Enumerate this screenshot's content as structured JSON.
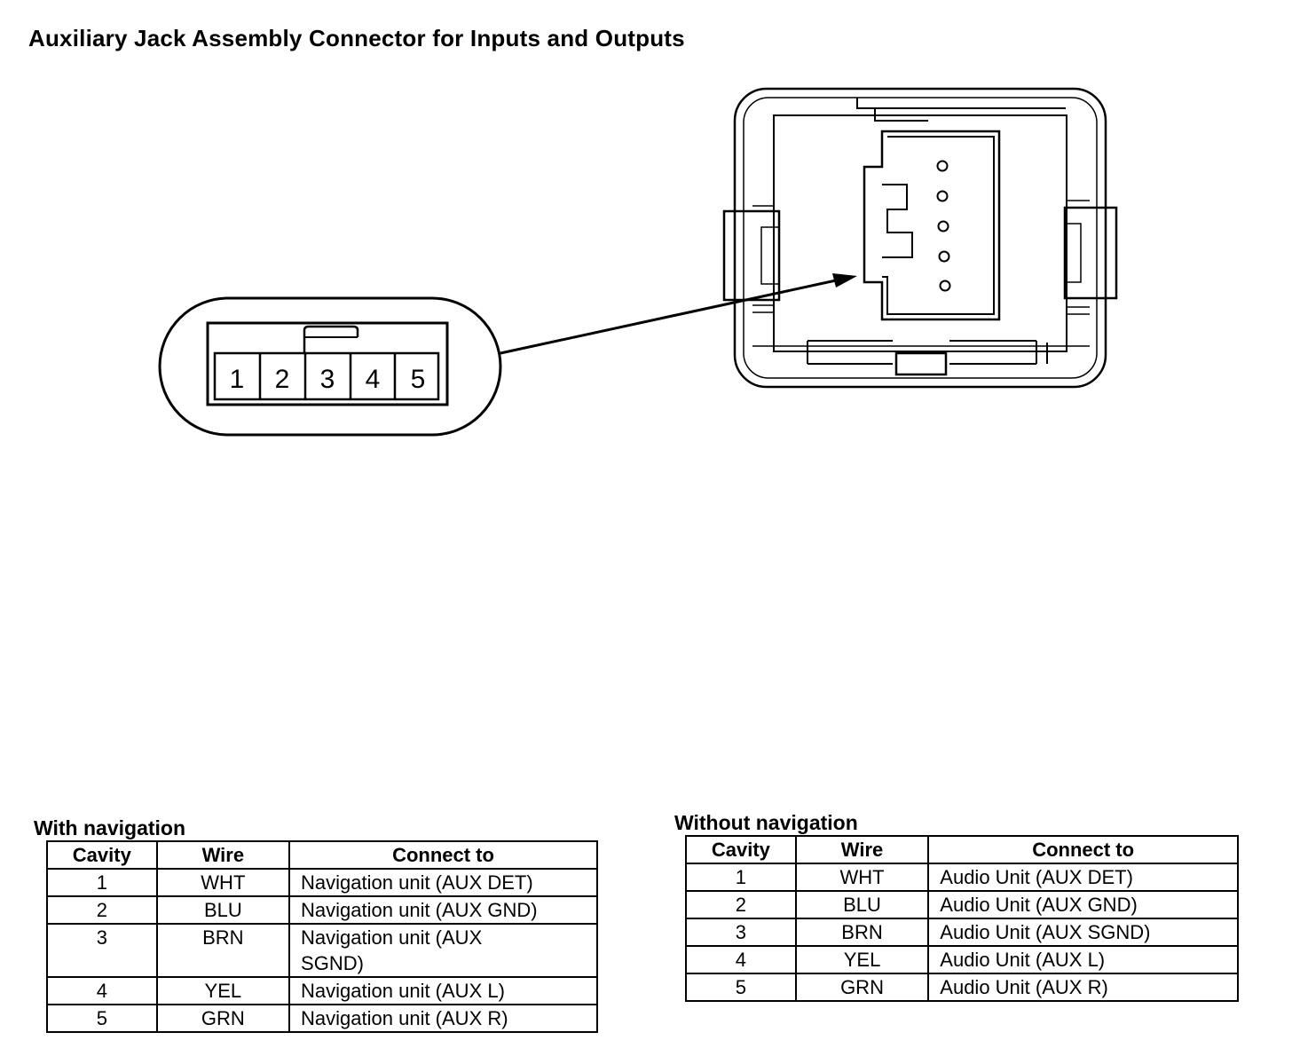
{
  "title": "Auxiliary Jack Assembly Connector for Inputs and Outputs",
  "connector": {
    "terminals": [
      "1",
      "2",
      "3",
      "4",
      "5"
    ]
  },
  "tables": [
    {
      "caption": "With navigation",
      "headers": [
        "Cavity",
        "Wire",
        "Connect to"
      ],
      "rows": [
        {
          "cavity": "1",
          "wire": "WHT",
          "connect": "Navigation unit (AUX DET)"
        },
        {
          "cavity": "2",
          "wire": "BLU",
          "connect": "Navigation unit (AUX GND)"
        },
        {
          "cavity": "3",
          "wire": "BRN",
          "connect": "Navigation unit (AUX SGND)"
        },
        {
          "cavity": "4",
          "wire": "YEL",
          "connect": "Navigation unit (AUX L)"
        },
        {
          "cavity": "5",
          "wire": "GRN",
          "connect": "Navigation unit (AUX R)"
        }
      ]
    },
    {
      "caption": "Without navigation",
      "headers": [
        "Cavity",
        "Wire",
        "Connect to"
      ],
      "rows": [
        {
          "cavity": "1",
          "wire": "WHT",
          "connect": "Audio Unit (AUX DET)"
        },
        {
          "cavity": "2",
          "wire": "BLU",
          "connect": "Audio Unit (AUX GND)"
        },
        {
          "cavity": "3",
          "wire": "BRN",
          "connect": "Audio Unit (AUX SGND)"
        },
        {
          "cavity": "4",
          "wire": "YEL",
          "connect": "Audio Unit (AUX L)"
        },
        {
          "cavity": "5",
          "wire": "GRN",
          "connect": "Audio Unit (AUX R)"
        }
      ]
    }
  ]
}
